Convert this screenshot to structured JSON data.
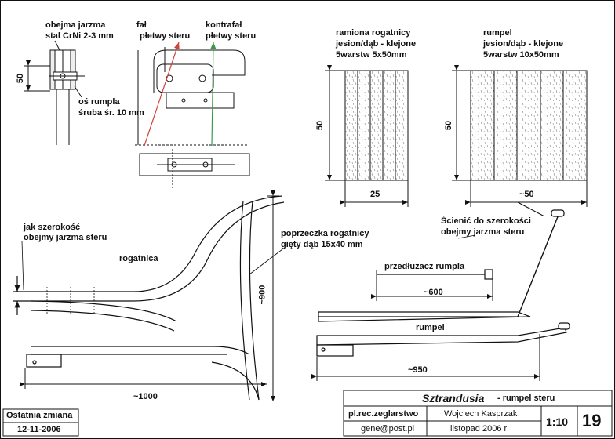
{
  "detail_top": {
    "label_obejma": "obejma jarzma",
    "label_stal": "stal CrNi 2-3 mm",
    "label_fal": "fał",
    "label_fal2": "płetwy steru",
    "label_kontrafal": "kontrafał",
    "label_kontrafal2": "płetwy steru",
    "label_os": "oś rumpla",
    "label_sruba": "śruba śr. 10 mm",
    "dim_50": "50"
  },
  "section_ramiona": {
    "line1": "ramiona rogatnicy",
    "line2": "jesion/dąb - klejone",
    "line3": "5warstw  5x50mm",
    "dim_height": "50",
    "dim_width": "25"
  },
  "section_rumpel": {
    "line1": "rumpel",
    "line2": "jesion/dąb - klejone",
    "line3": "5warstw  10x50mm",
    "dim_height": "50",
    "dim_width": "~50"
  },
  "rogatnica_view": {
    "label_jak1": "jak szerokość",
    "label_jak2": "obejmy jarzma steru",
    "label_rogatnica": "rogatnica",
    "label_poprzeczka1": "poprzeczka rogatnicy",
    "label_poprzeczka2": "gięty dąb 15x40 mm",
    "dim_900": "~900",
    "dim_1000": "~1000"
  },
  "rumpel_view": {
    "label_scienic1": "Ścienić do szerokości",
    "label_scienic2": "obejmy jarzma steru",
    "label_przedluzacz": "przedłużacz rumpla",
    "dim_600": "~600",
    "label_rumpel": "rumpel",
    "dim_950": "~950"
  },
  "title_block": {
    "title": "Sztrandusia",
    "subtitle": "- rumpel steru",
    "site": "pl.rec.zeglarstwo",
    "email": "gene@post.pl",
    "author": "Wojciech Kasprzak",
    "date": "listopad 2006 r",
    "scale": "1:10",
    "sheet": "19",
    "last_change_label": "Ostatnia zmiana",
    "last_change_date": "12-11-2006"
  },
  "colors": {
    "ink": "#111111",
    "fal_red": "#d0443a",
    "kontrafal_green": "#3a9a4a",
    "shade": "#cfcfcf"
  }
}
